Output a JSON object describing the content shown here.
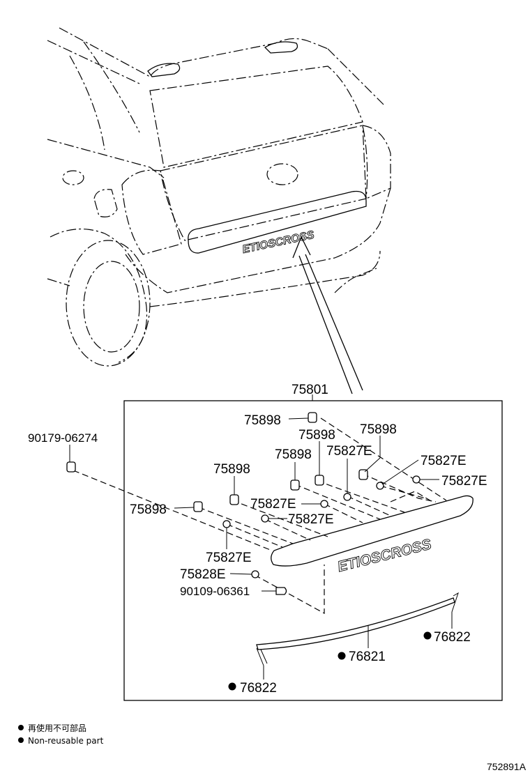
{
  "diagram": {
    "emblem_text": "ETIOSCROSS",
    "parts": {
      "p75801": "75801",
      "p90179": "90179-06274",
      "p75898_a": "75898",
      "p75898_b": "75898",
      "p75898_c": "75898",
      "p75898_d": "75898",
      "p75898_e": "75898",
      "p75898_f": "75898",
      "p75827E_a": "75827E",
      "p75827E_b": "75827E",
      "p75827E_c": "75827E",
      "p75827E_d": "75827E",
      "p75827E_e": "75827E",
      "p75827E_f": "75827E",
      "p75828E": "75828E",
      "p90109": "90109-06361",
      "p76821": "76821",
      "p76822_a": "76822",
      "p76822_b": "76822"
    },
    "legend": {
      "non_reusable_jp": "再使用不可部品",
      "non_reusable_en": "Non-reusable part"
    },
    "figure_id": "752891A"
  }
}
